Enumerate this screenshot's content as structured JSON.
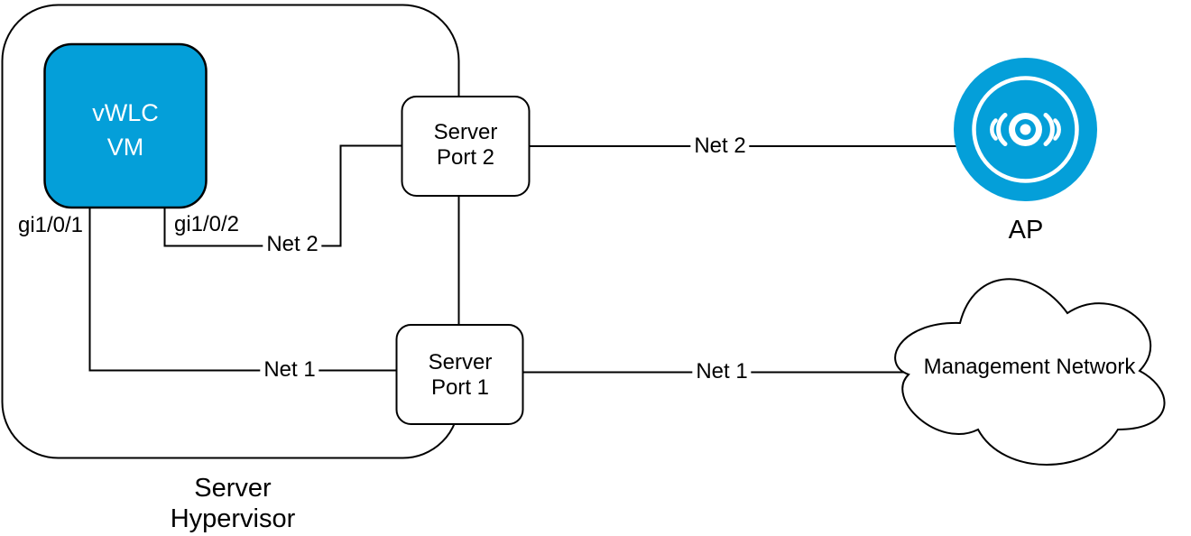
{
  "diagram": {
    "type": "network-topology",
    "background": "#ffffff",
    "colors": {
      "node_fill_blue": "#049fd9",
      "stroke": "#000000",
      "label_text_on_blue": "#ffffff"
    },
    "nodes": {
      "server_hypervisor": {
        "label_line1": "Server",
        "label_line2": "Hypervisor"
      },
      "vwlc_vm": {
        "label_line1": "vWLC",
        "label_line2": "VM"
      },
      "server_port_2": {
        "label_line1": "Server",
        "label_line2": "Port 2"
      },
      "server_port_1": {
        "label_line1": "Server",
        "label_line2": "Port 1"
      },
      "access_point": {
        "label": "AP",
        "icon": "wireless-ap-icon"
      },
      "management_network": {
        "label": "Management Network",
        "shape": "cloud"
      }
    },
    "edges": {
      "vwlc_gi101_to_port1": {
        "port_label": "gi1/0/1",
        "net_label": "Net 1"
      },
      "vwlc_gi102_to_port2": {
        "port_label": "gi1/0/2",
        "net_label": "Net 2"
      },
      "port2_to_ap": {
        "net_label": "Net 2"
      },
      "port1_to_mgmt": {
        "net_label": "Net 1"
      }
    }
  }
}
